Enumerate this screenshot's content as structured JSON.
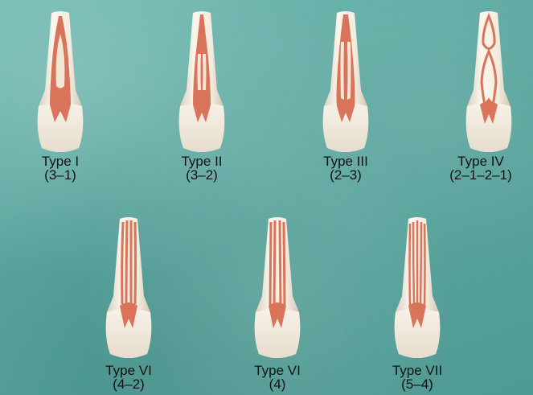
{
  "colors": {
    "background": "#5fa7a0",
    "tooth": "#f3ecde",
    "pulp": "#d9735a",
    "text": "#111111"
  },
  "teeth": [
    {
      "type_label": "Type I",
      "code_label": "(3–1)"
    },
    {
      "type_label": "Type II",
      "code_label": "(3–2)"
    },
    {
      "type_label": "Type III",
      "code_label": "(2–3)"
    },
    {
      "type_label": "Type IV",
      "code_label": "(2–1–2–1)"
    },
    {
      "type_label": "Type VI",
      "code_label": "(4–2)"
    },
    {
      "type_label": "Type VI",
      "code_label": "(4)"
    },
    {
      "type_label": "Type VII",
      "code_label": "(5–4)"
    }
  ]
}
